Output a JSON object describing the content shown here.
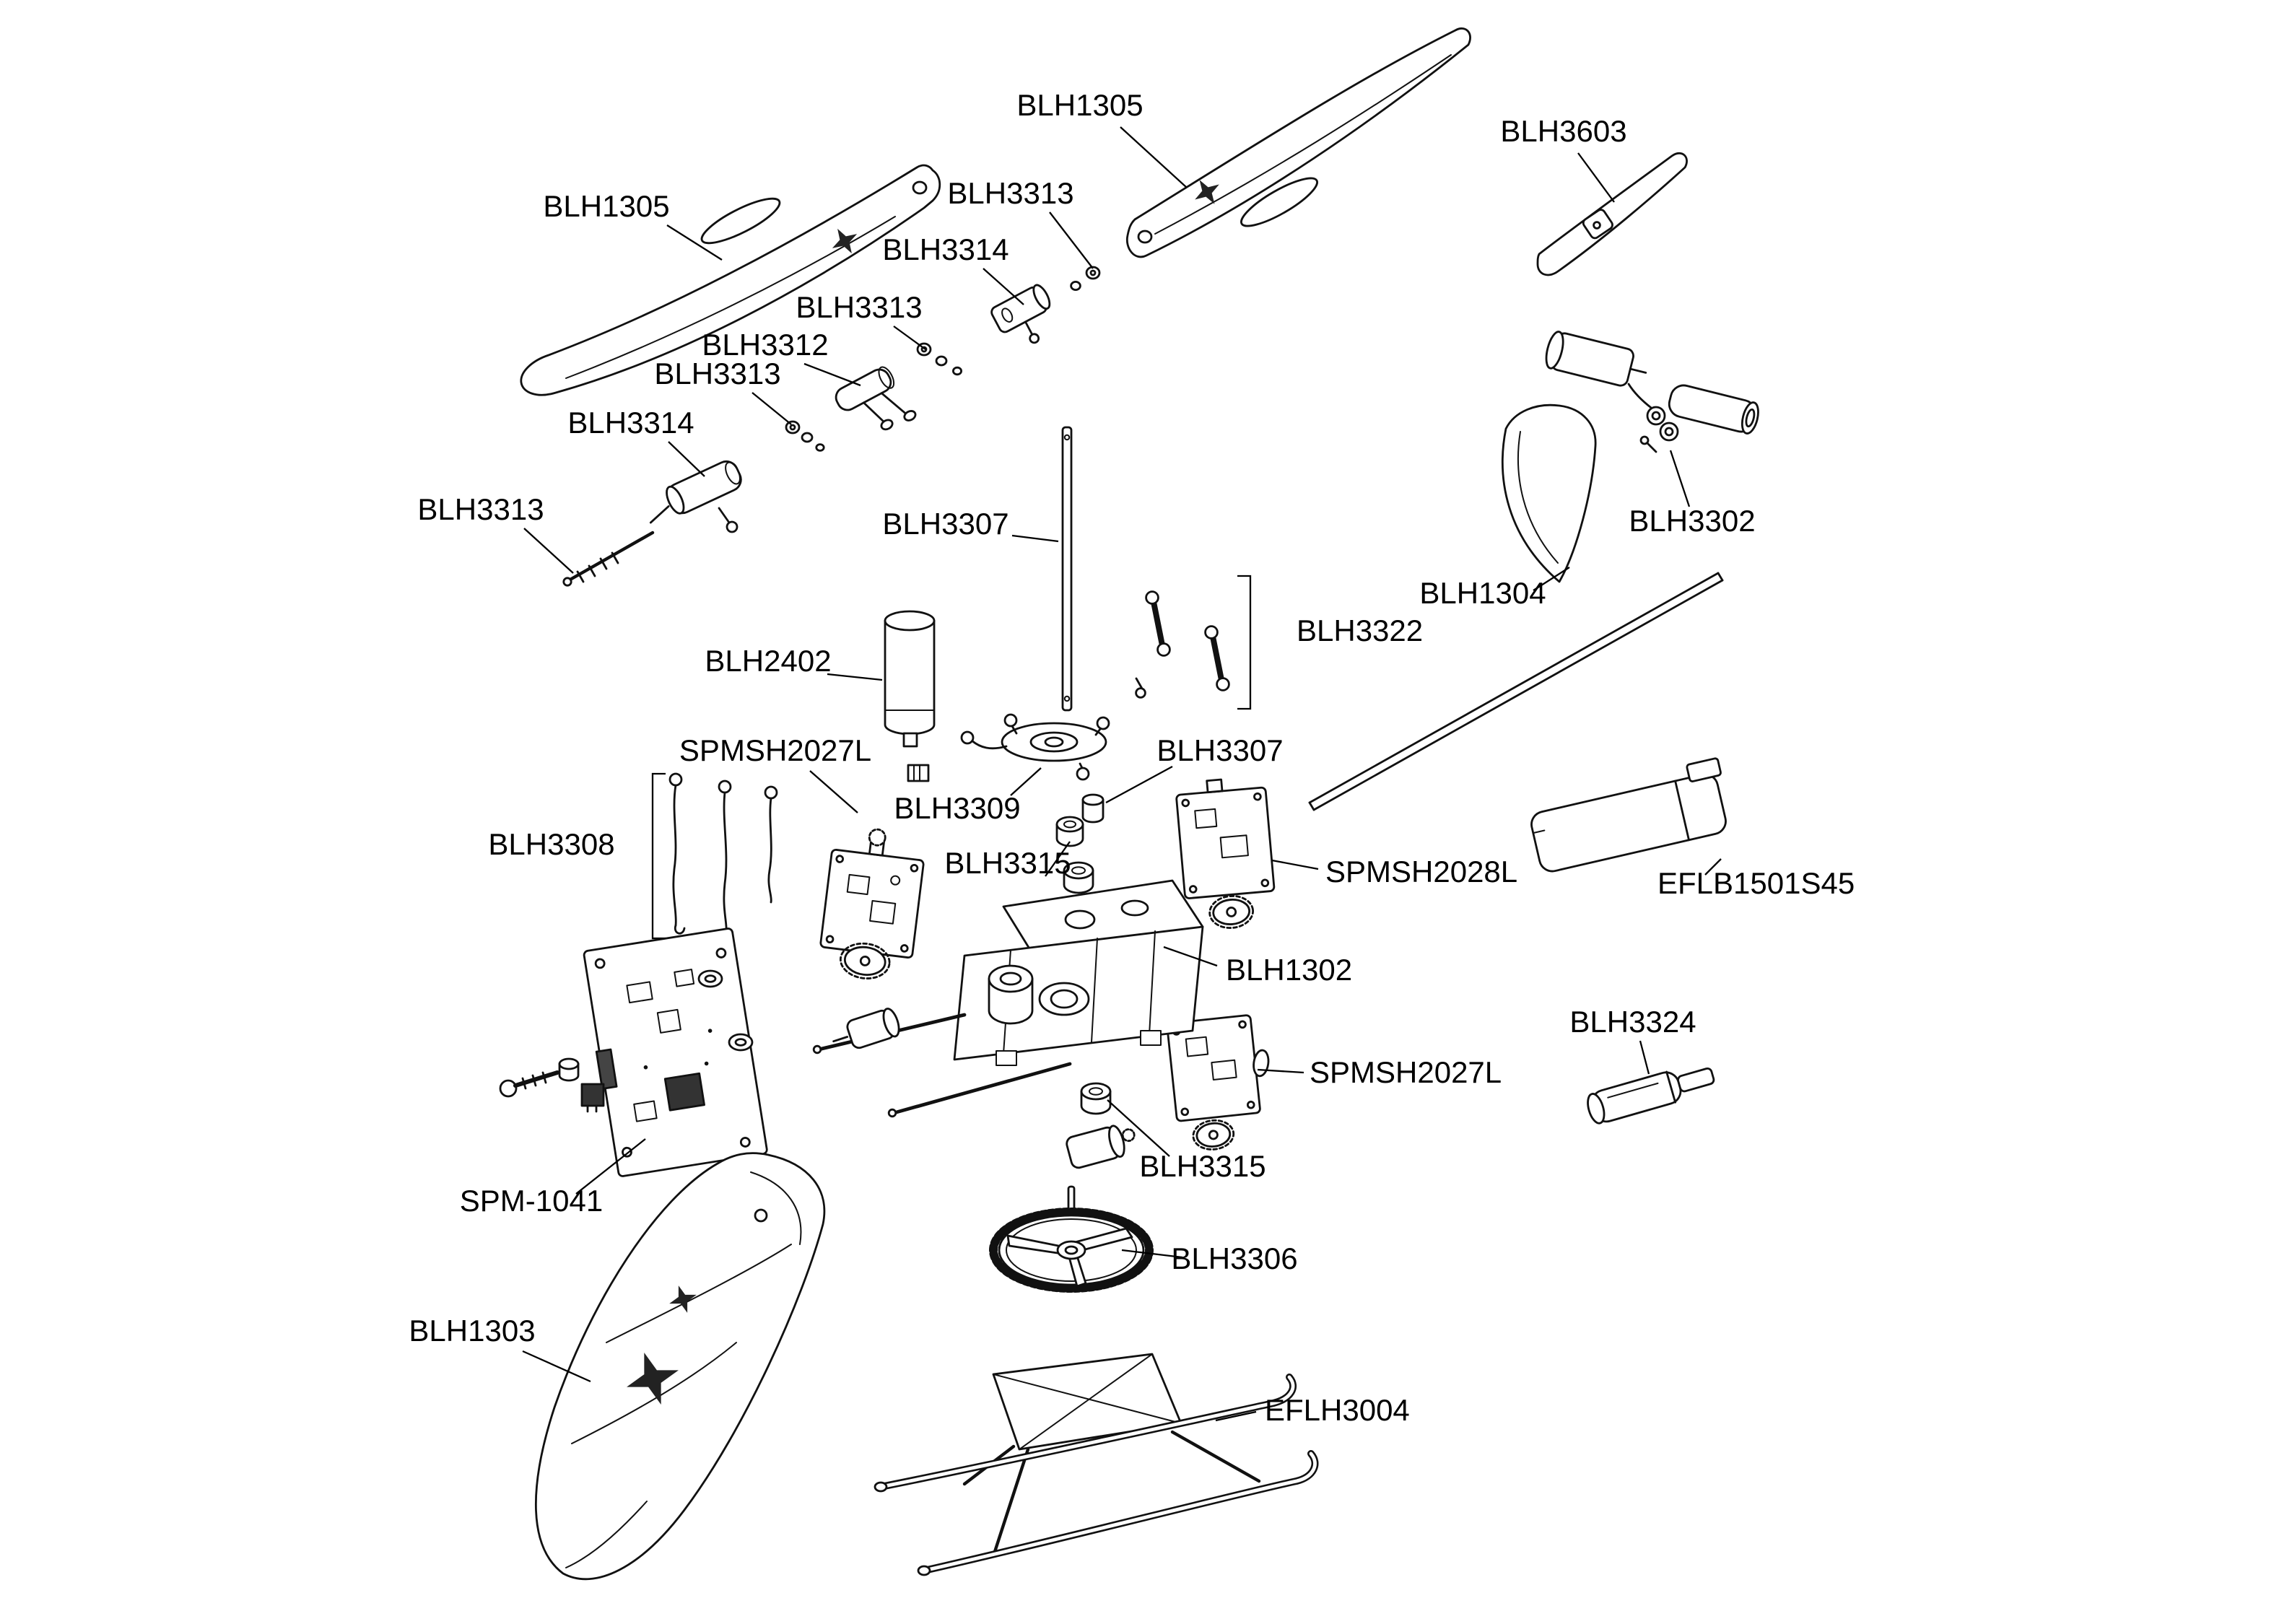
{
  "labels": {
    "blade_right": "BLH1305",
    "tail_blade": "BLH3603",
    "blade_left": "BLH1305",
    "washer_set_a": "BLH3313",
    "hub_upper": "BLH3314",
    "washer_set_b": "BLH3313",
    "blade_grip": "BLH3312",
    "washer_set_c": "BLH3313",
    "hub_lower": "BLH3314",
    "flybar_pin": "BLH3313",
    "main_shaft": "BLH3307",
    "tail_motor_mount": "BLH3302",
    "tail_fin": "BLH1304",
    "linkage_set": "BLH3322",
    "main_motor": "BLH2402",
    "servo_front": "SPMSH2027L",
    "shaft_collar": "BLH3307",
    "swashplate": "BLH3309",
    "pushrod_set": "BLH3308",
    "bearing_upper": "BLH3315",
    "servo_right": "SPMSH2028L",
    "battery": "EFLB1501S45",
    "main_frame": "BLH1302",
    "grip_tool": "BLH3324",
    "servo_lower": "SPMSH2027L",
    "control_board": "SPM-1041",
    "bearing_lower": "BLH3315",
    "main_gear": "BLH3306",
    "canopy": "BLH1303",
    "landing_skid": "EFLH3004"
  }
}
